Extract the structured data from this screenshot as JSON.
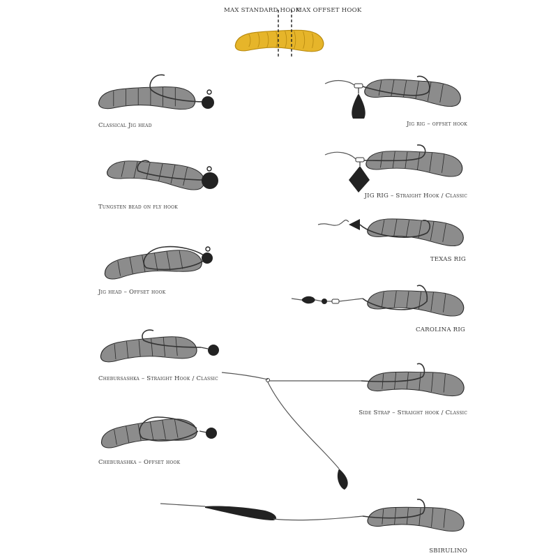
{
  "header": {
    "max_standard_hook": "MAX STANDARD HOOK",
    "max_offset_hook": "MAX OFFSET HOOK"
  },
  "colors": {
    "body": "#8c8c8c",
    "outline": "#2b2b2b",
    "weight": "#222222",
    "line": "#555555",
    "accent_lure": "#e6b52a",
    "accent_lure_outline": "#b88a10"
  },
  "rigs": {
    "left": [
      {
        "label": "Classical Jig head"
      },
      {
        "label": "Tungsten bead on fly hook"
      },
      {
        "label": "Jig head – Offset hook"
      },
      {
        "label": "Chebursashka – Straight Hook / Classic"
      },
      {
        "label": "Cheburashka – Offset hook"
      }
    ],
    "right": [
      {
        "label": "Jig rig – offset hook"
      },
      {
        "label": "JIG RIG – Straight Hook / Classic"
      },
      {
        "label": "TEXAS RIG"
      },
      {
        "label": "CAROLINA RIG"
      },
      {
        "label": "Side Strap – Straight hook / Classic"
      },
      {
        "label": "SBIRULINO"
      }
    ]
  }
}
